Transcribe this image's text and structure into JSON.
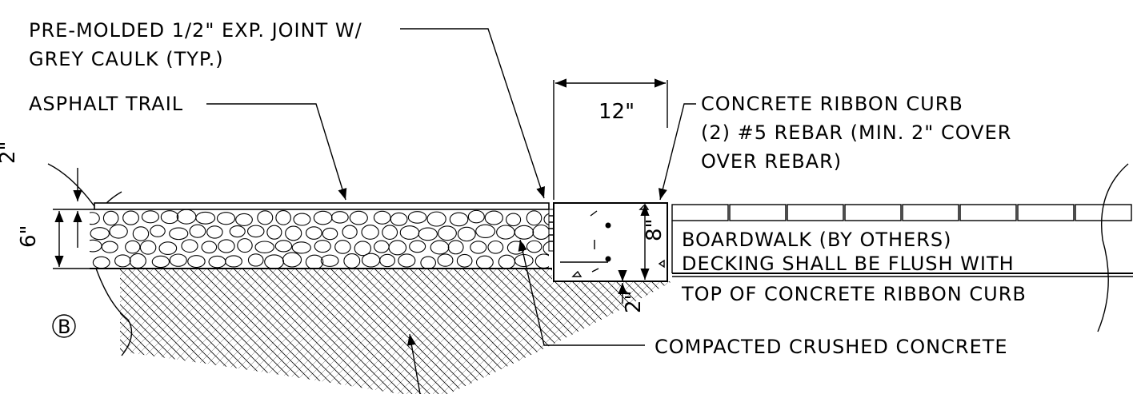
{
  "labels": {
    "joint_line1": "PRE-MOLDED 1/2\" EXP. JOINT W/",
    "joint_line2": "GREY CAULK (TYP.)",
    "asphalt": "ASPHALT TRAIL",
    "curb_line1": "CONCRETE RIBBON CURB",
    "curb_line2": "(2) #5 REBAR (MIN. 2\" COVER",
    "curb_line3": "OVER REBAR)",
    "boardwalk_line1": "BOARDWALK (BY OTHERS)",
    "boardwalk_line2": "DECKING SHALL BE FLUSH WITH",
    "boardwalk_line3": "TOP OF CONCRETE RIBBON CURB",
    "crushed": "COMPACTED CRUSHED CONCRETE",
    "section_mark": "B"
  },
  "dimensions": {
    "curb_width": "12\"",
    "curb_height": "8\"",
    "base_depth": "6\"",
    "asphalt_depth": "2\"",
    "rebar_cover": "2\""
  },
  "colors": {
    "line": "#000000",
    "background": "#ffffff"
  }
}
